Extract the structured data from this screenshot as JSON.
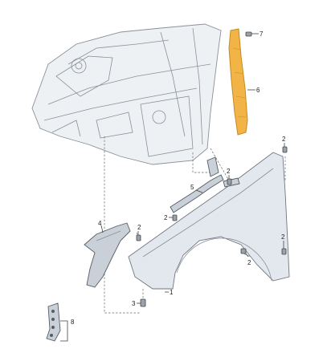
{
  "callouts": {
    "c1": "1",
    "c2a": "2",
    "c2b": "2",
    "c2c": "2",
    "c2d": "2",
    "c2e": "2",
    "c2f": "2",
    "c3": "3",
    "c4": "4",
    "c5": "5",
    "c6": "6",
    "c7": "7",
    "c8": "8"
  },
  "colors": {
    "highlight_part": "#f2b447",
    "highlight_stroke": "#c98a1a"
  }
}
